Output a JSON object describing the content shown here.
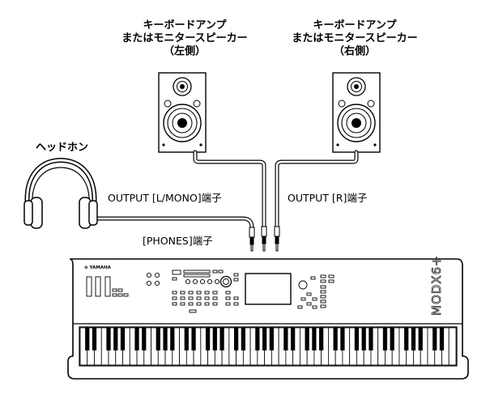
{
  "speaker_left": {
    "line1": "キーボードアンプ",
    "line2": "またはモニタースピーカー",
    "side": "（左側）"
  },
  "speaker_right": {
    "line1": "キーボードアンプ",
    "line2": "またはモニタースピーカー",
    "side": "（右側）"
  },
  "headphones": {
    "label": "ヘッドホン"
  },
  "jacks": {
    "output_lmono": "OUTPUT [L/MONO]端子",
    "output_r": "OUTPUT [R]端子",
    "phones": "[PHONES]端子"
  },
  "keyboard": {
    "brand": "YAMAHA",
    "model": "MODX6+"
  },
  "colors": {
    "line": "#000000",
    "panel": "#ffffff",
    "cable_fill": "#ffffff"
  }
}
